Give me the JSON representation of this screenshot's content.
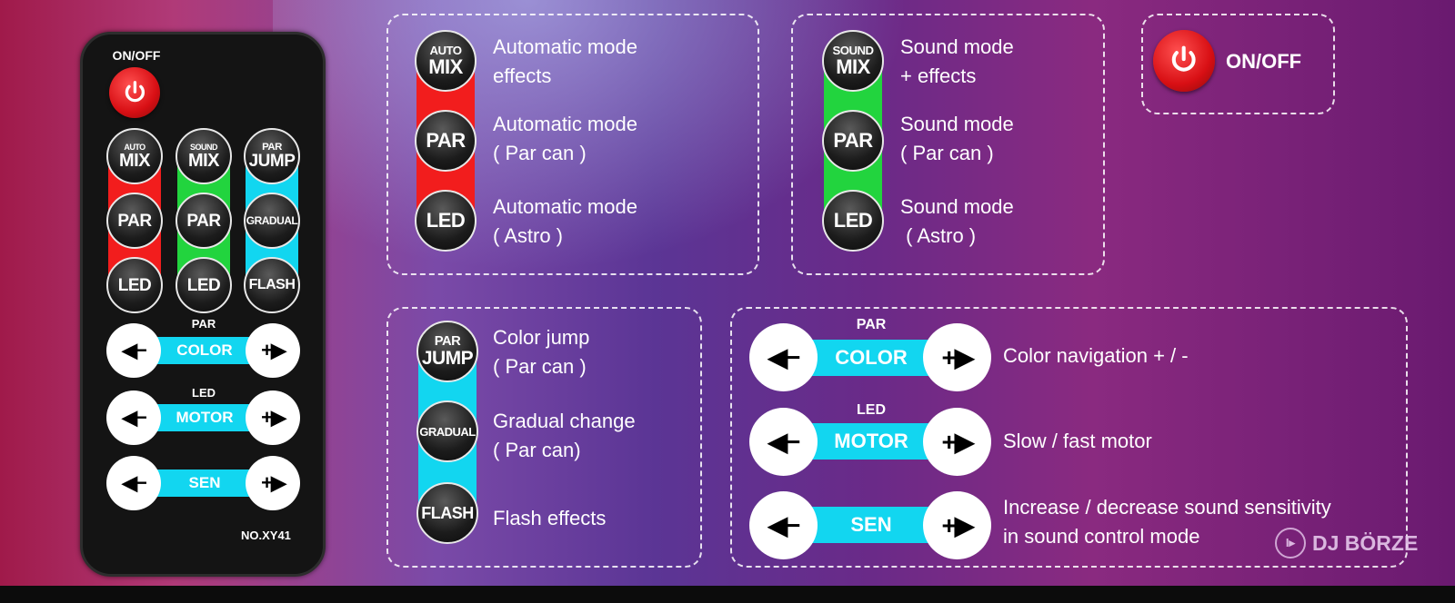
{
  "remote": {
    "onoff": "ON/OFF",
    "columns": [
      {
        "top_small": "AUTO",
        "top_big": "MIX",
        "mid": "PAR",
        "bottom": "LED"
      },
      {
        "top_small": "SOUND",
        "top_big": "MIX",
        "mid": "PAR",
        "bottom": "LED"
      },
      {
        "top_small": "PAR",
        "top_big": "JUMP",
        "mid": "GRADUAL",
        "bottom": "FLASH"
      }
    ],
    "rows": [
      {
        "above": "PAR",
        "label": "COLOR"
      },
      {
        "above": "LED",
        "label": "MOTOR"
      },
      {
        "above": "",
        "label": "SEN"
      }
    ],
    "minus": "◀−",
    "plus": "+▶",
    "model": "NO.XY41"
  },
  "auto_panel": [
    {
      "small": "AUTO",
      "big": "MIX",
      "line1": "Automatic mode",
      "line2": "effects"
    },
    {
      "big": "PAR",
      "line1": "Automatic mode",
      "line2": "( Par can )"
    },
    {
      "big": "LED",
      "line1": "Automatic mode",
      "line2": "( Astro )"
    }
  ],
  "sound_panel": [
    {
      "small": "SOUND",
      "big": "MIX",
      "line1": "Sound mode",
      "line2": "+ effects"
    },
    {
      "big": "PAR",
      "line1": "Sound mode",
      "line2": "( Par can )"
    },
    {
      "big": "LED",
      "line1": "Sound mode",
      "line2": " ( Astro )"
    }
  ],
  "onoff_panel": {
    "label": "ON/OFF"
  },
  "par_panel": [
    {
      "small": "PAR",
      "big": "JUMP",
      "line1": "Color jump",
      "line2": "( Par can )"
    },
    {
      "big": "GRADUAL",
      "line1": "Gradual change",
      "line2": "( Par can)"
    },
    {
      "big": "FLASH",
      "line1": "Flash effects"
    }
  ],
  "nav_panel": [
    {
      "above": "PAR",
      "label": "COLOR",
      "line1": "Color navigation + / -"
    },
    {
      "above": "LED",
      "label": "MOTOR",
      "line1": "Slow / fast motor"
    },
    {
      "label": "SEN",
      "line1": "Increase / decrease sound sensitivity",
      "line2": "in sound control mode"
    }
  ],
  "watermark": "DJ BÖRZE",
  "colors": {
    "auto": "#f21d1d",
    "sound": "#22d43e",
    "par": "#12d6f0",
    "power": "#d80f14"
  }
}
